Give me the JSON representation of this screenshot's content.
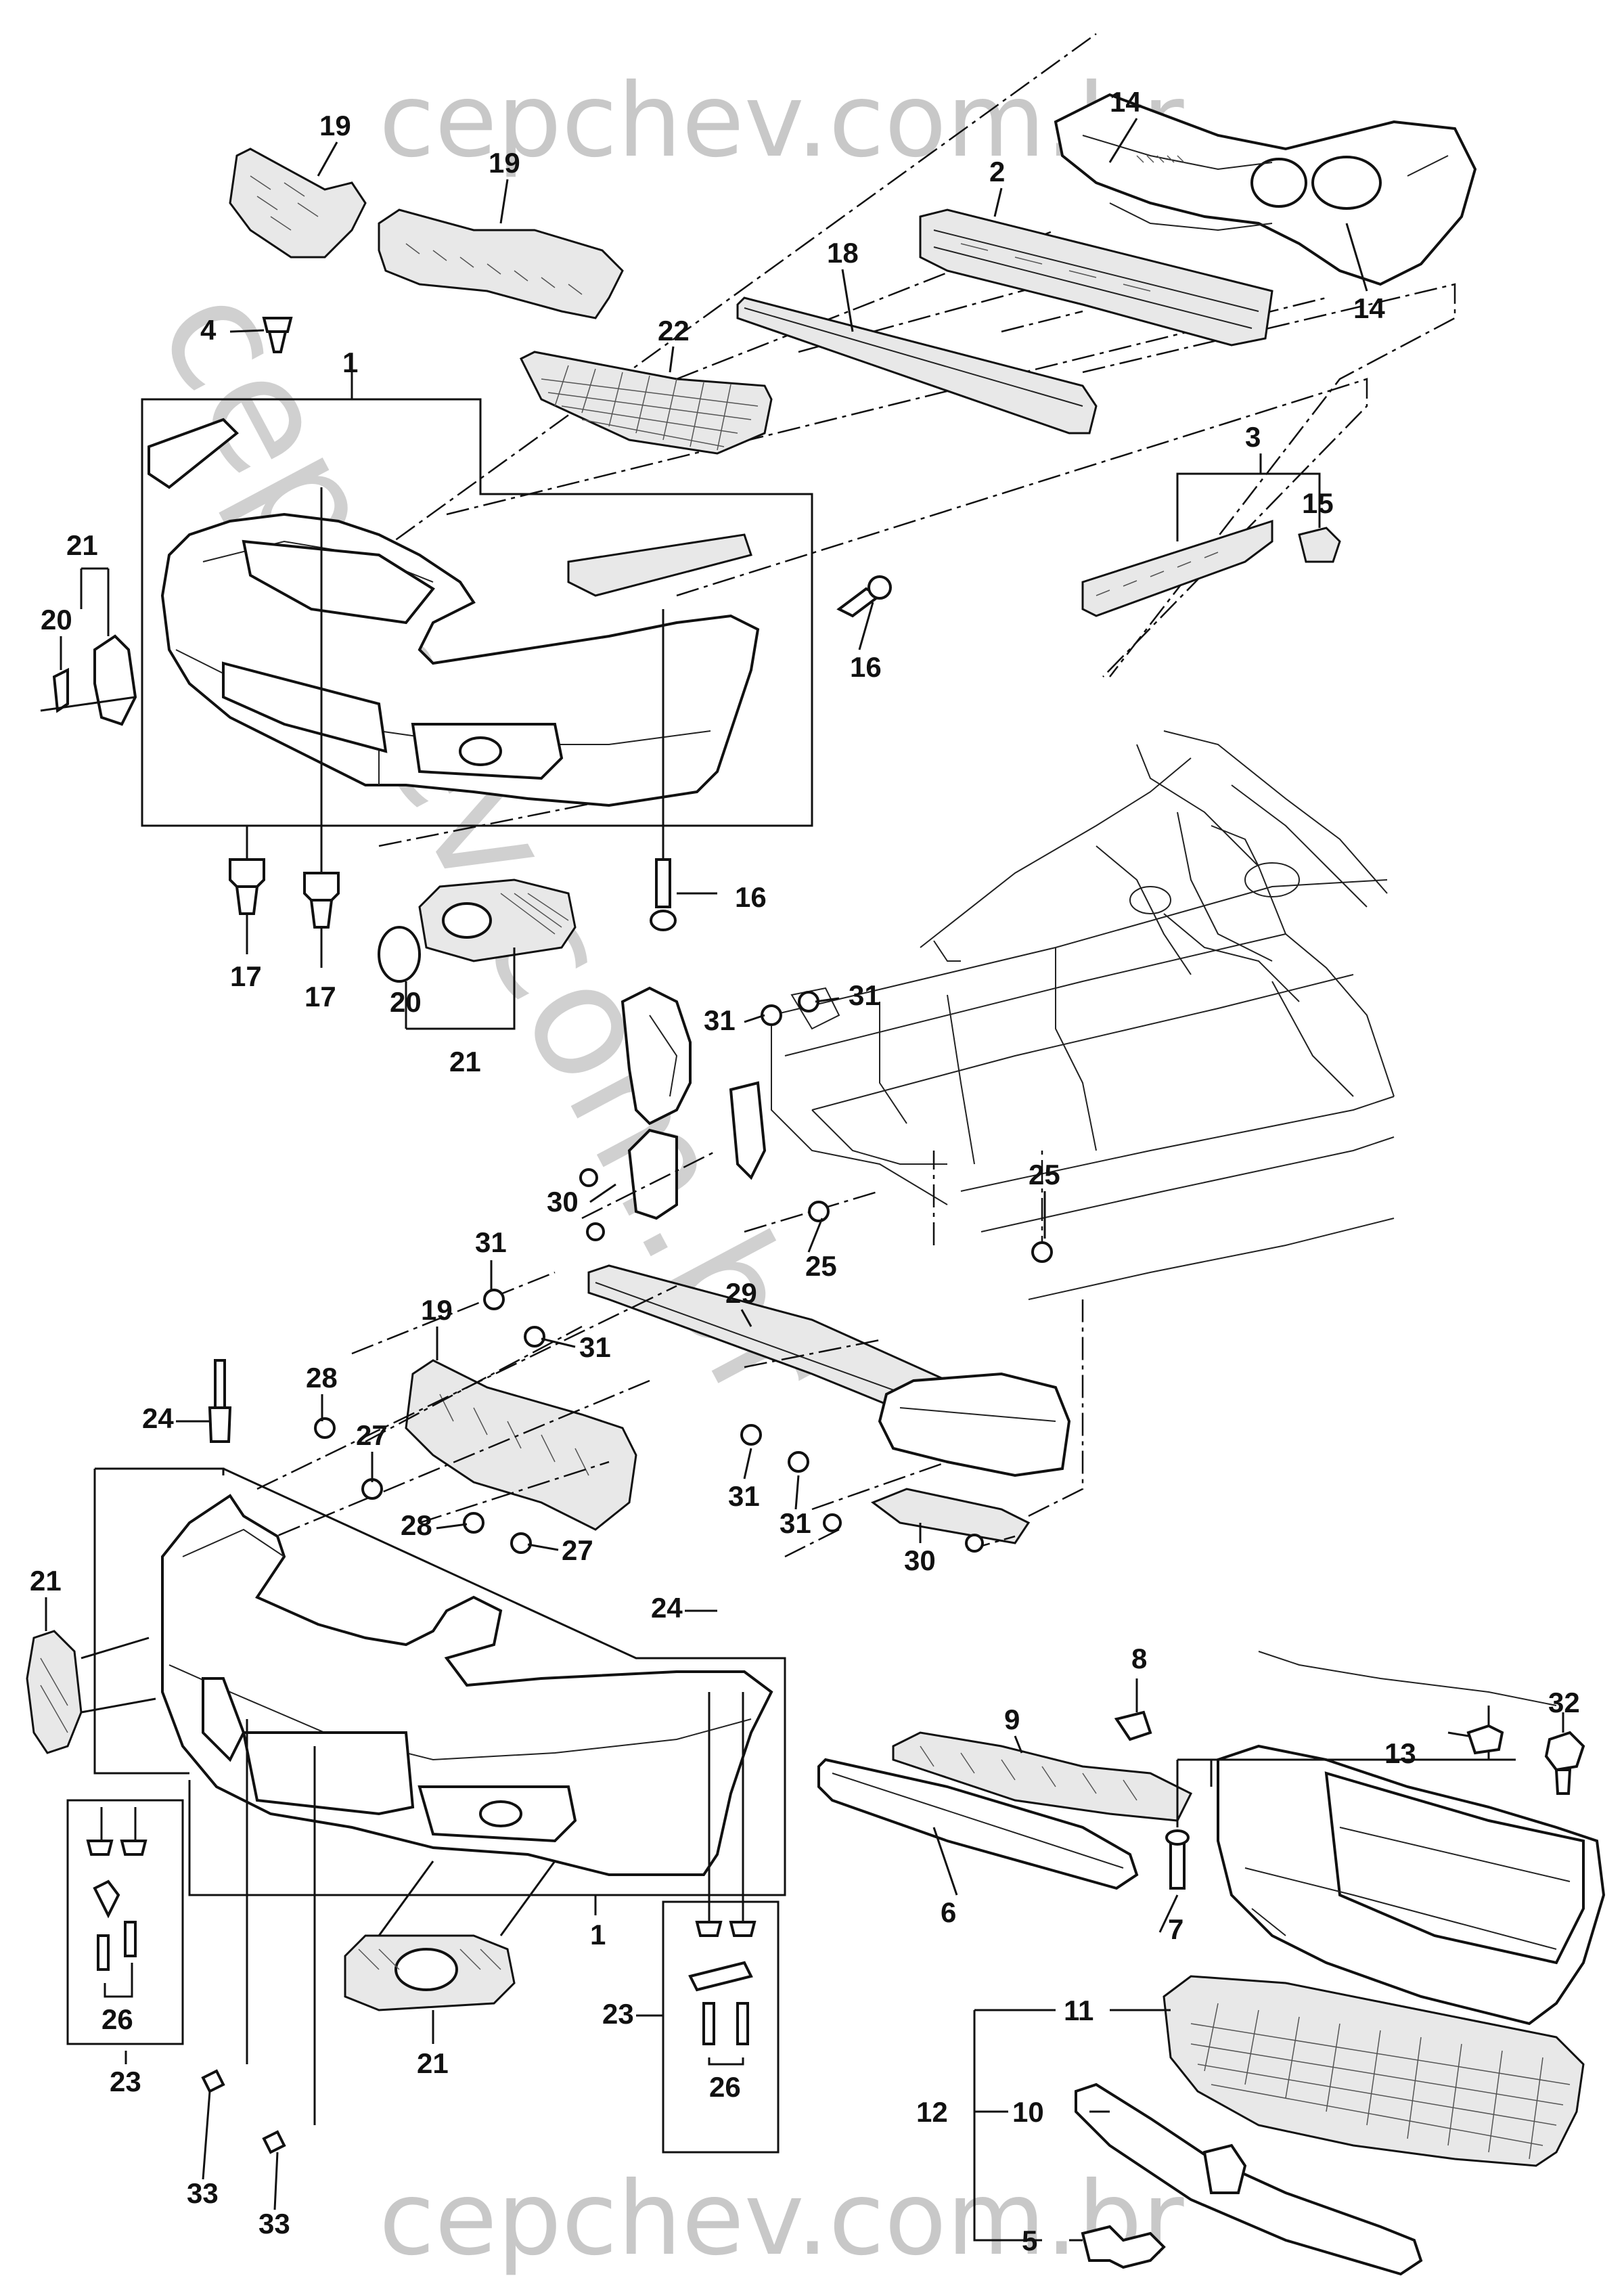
{
  "watermark": {
    "top": "cepchev.com.br",
    "bottom": "cepchev.com.br",
    "diagonal": "cepchev.com.br"
  },
  "callouts": {
    "c19a": "19",
    "c19b": "19",
    "c14a": "14",
    "c14b": "14",
    "c2": "2",
    "c18": "18",
    "c22": "22",
    "c4": "4",
    "c1a": "1",
    "c3": "3",
    "c15": "15",
    "c21a": "21",
    "c20a": "20",
    "c16a": "16",
    "c16b": "16",
    "c17a": "17",
    "c17b": "17",
    "c20b": "20",
    "c21b": "21",
    "c31a": "31",
    "c31b": "31",
    "c30a": "30",
    "c25a": "25",
    "c25b": "25",
    "c31c": "31",
    "c19c": "19",
    "c29": "29",
    "c31d": "31",
    "c28a": "28",
    "c24a": "24",
    "c27a": "27",
    "c28b": "28",
    "c27b": "27",
    "c31e": "31",
    "c31f": "31",
    "c30b": "30",
    "c21c": "21",
    "c24b": "24",
    "c8": "8",
    "c9": "9",
    "c32": "32",
    "c13": "13",
    "c6": "6",
    "c7": "7",
    "c1b": "1",
    "c23a": "23",
    "c26a": "26",
    "c23b": "23",
    "c26b": "26",
    "c21d": "21",
    "c11": "11",
    "c12": "12",
    "c10": "10",
    "c33a": "33",
    "c33b": "33",
    "c5": "5"
  }
}
